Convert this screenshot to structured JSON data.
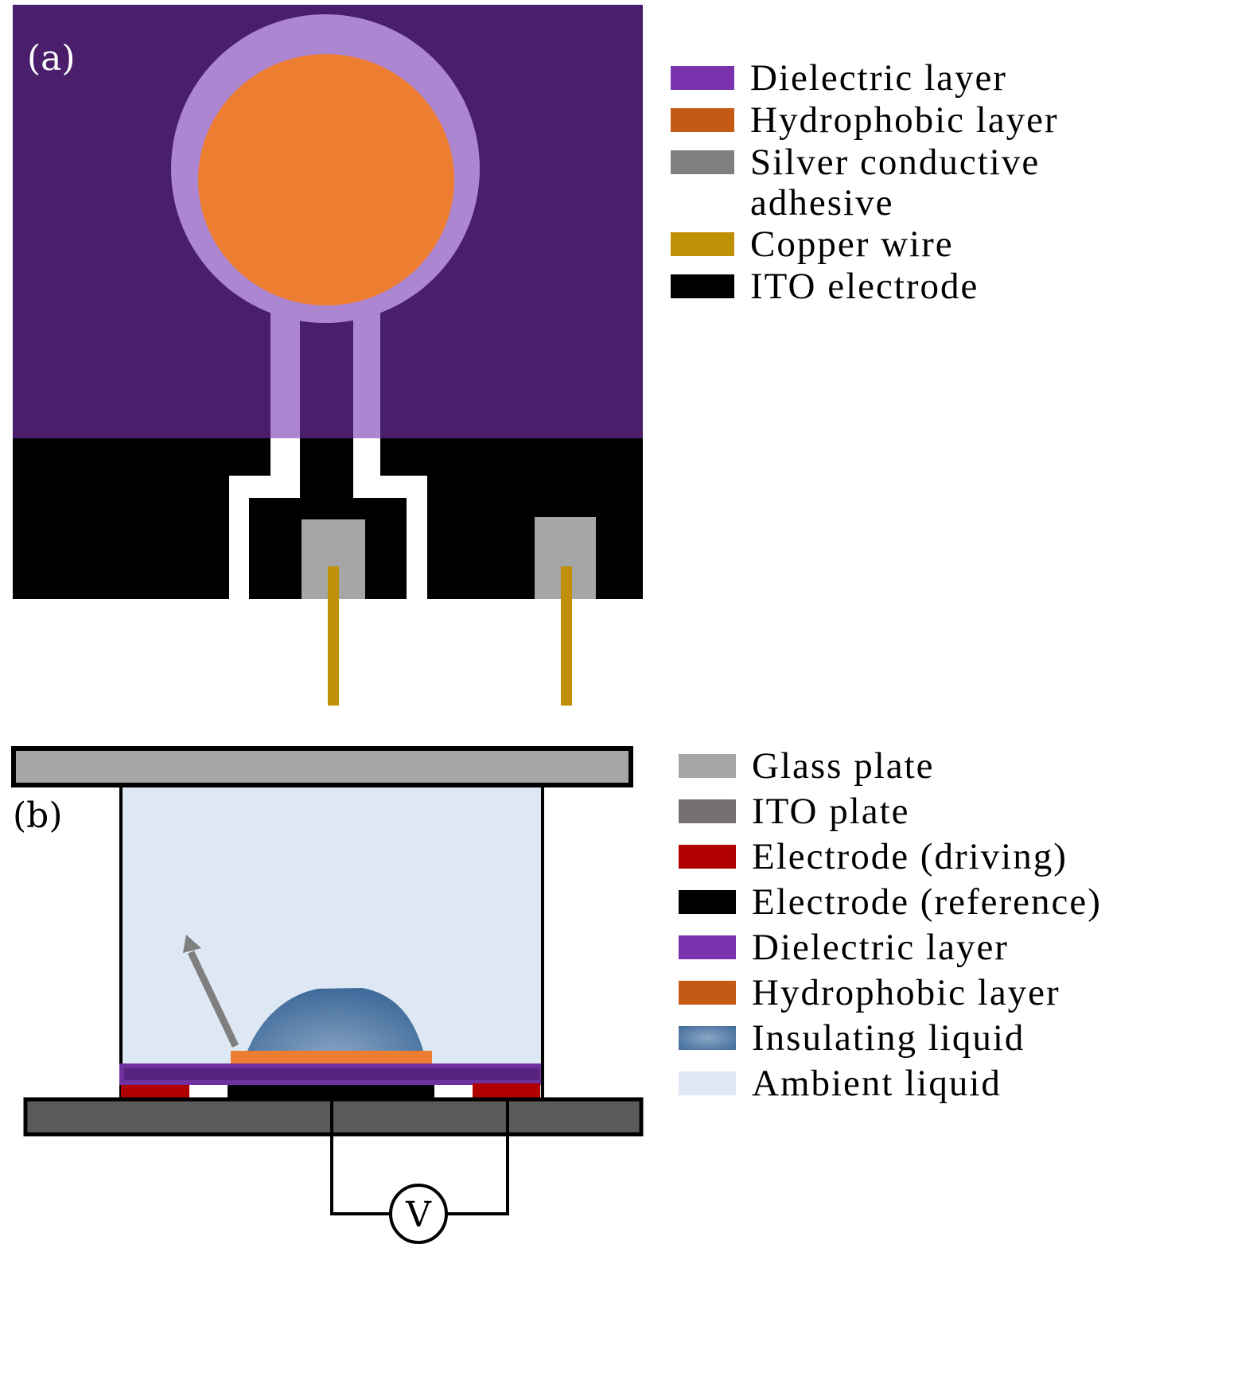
{
  "panel_a": {
    "label": "(a)",
    "legend": [
      {
        "label": "Dielectric layer",
        "color": "#7a33ad"
      },
      {
        "label": "Hydrophobic layer",
        "color": "#c55a15"
      },
      {
        "label": "Silver conductive",
        "label2": "adhesive",
        "color": "#7f7f7f"
      },
      {
        "label": "Copper wire",
        "color": "#bf9006"
      },
      {
        "label": "ITO electrode",
        "color": "#000000"
      }
    ],
    "colors": {
      "background_dielectric": "#4a1e6a",
      "ring": "#ad86d2",
      "hydrophobic_disk": "#ed7d31",
      "ito": "#000000",
      "gap": "#ffffff",
      "silver_pad": "#a6a6a6",
      "copper": "#bf9006"
    }
  },
  "panel_b": {
    "label": "(b)",
    "voltage_symbol": "V",
    "legend": [
      {
        "label": "Glass plate",
        "color": "#a6a6a6"
      },
      {
        "label": "ITO plate",
        "color": "#767171"
      },
      {
        "label": "Electrode (driving)",
        "color": "#b00000"
      },
      {
        "label": "Electrode (reference)",
        "color": "#000000"
      },
      {
        "label": "Dielectric layer",
        "color": "#7a33ad"
      },
      {
        "label": "Hydrophobic layer",
        "color": "#c55a15"
      },
      {
        "label": "Insulating liquid",
        "color": "#4a76a6",
        "gradient": true
      },
      {
        "label": "Ambient liquid",
        "color": "#dde8f4"
      }
    ],
    "colors": {
      "glass": "#a6a6a6",
      "ito_plate": "#5a5a5a",
      "ambient": "#dde8f4",
      "dielectric_outer": "#7030a0",
      "dielectric_inner": "#58237f",
      "hydrophobic": "#ed7d31",
      "driving": "#b00000",
      "reference": "#000000",
      "droplet_center": "#8aa6c4",
      "droplet_edge": "#3f6a9a",
      "arrow": "#7f7f7f"
    }
  }
}
